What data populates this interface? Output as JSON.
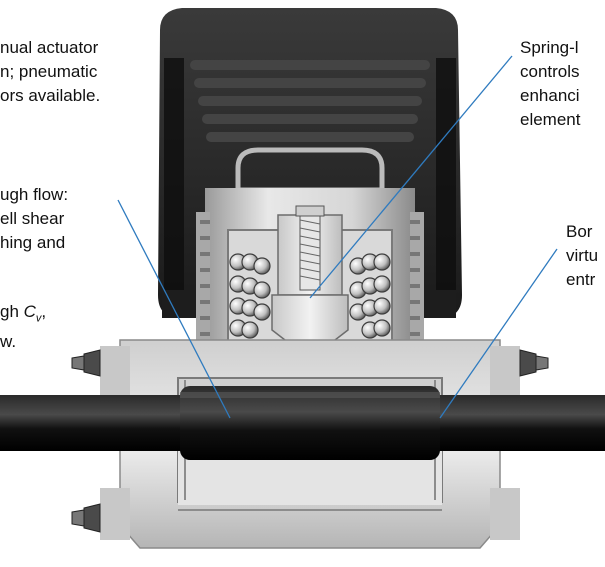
{
  "callouts": {
    "actuator": {
      "lines": [
        "nual actuator",
        "n; pneumatic",
        "ors available."
      ]
    },
    "flow": {
      "lines": [
        "ugh flow:",
        "ell shear",
        "hing and"
      ]
    },
    "cv": {
      "prefix": "gh ",
      "symbol": "C",
      "subscript": "v",
      "suffix": ",",
      "line2": "w."
    },
    "spring": {
      "lines": [
        "Spring-l",
        "controls",
        "enhanci",
        "element"
      ]
    },
    "bore": {
      "lines": [
        "Bor",
        "virtu",
        "entr"
      ]
    }
  },
  "colors": {
    "leader": "#2f7bbf",
    "body_light": "#e3e3e3",
    "body_mid": "#bdbdbd",
    "body_dark": "#6e6e6e",
    "knob": "#2b2b2b",
    "tube": "#0c0c0c"
  }
}
